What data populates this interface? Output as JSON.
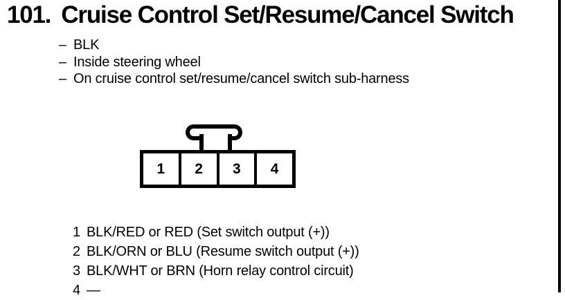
{
  "document": {
    "title": {
      "number": "101.",
      "text": "Cruise Control Set/Resume/Cancel Switch"
    },
    "notes": {
      "bullet_char": "–",
      "items": [
        "BLK",
        "Inside steering wheel",
        "On cruise control set/resume/cancel switch sub-harness"
      ]
    },
    "connector": {
      "cavities": [
        "1",
        "2",
        "3",
        "4"
      ]
    },
    "pinout": {
      "rows": [
        {
          "pin": "1",
          "description": "BLK/RED or RED (Set switch output (+))"
        },
        {
          "pin": "2",
          "description": "BLK/ORN or BLU (Resume switch output (+))"
        },
        {
          "pin": "3",
          "description": "BLK/WHT or BRN (Horn relay control circuit)"
        },
        {
          "pin": "4",
          "description": "—"
        }
      ]
    },
    "colors": {
      "ink": "#000000",
      "paper": "#ffffff"
    }
  }
}
